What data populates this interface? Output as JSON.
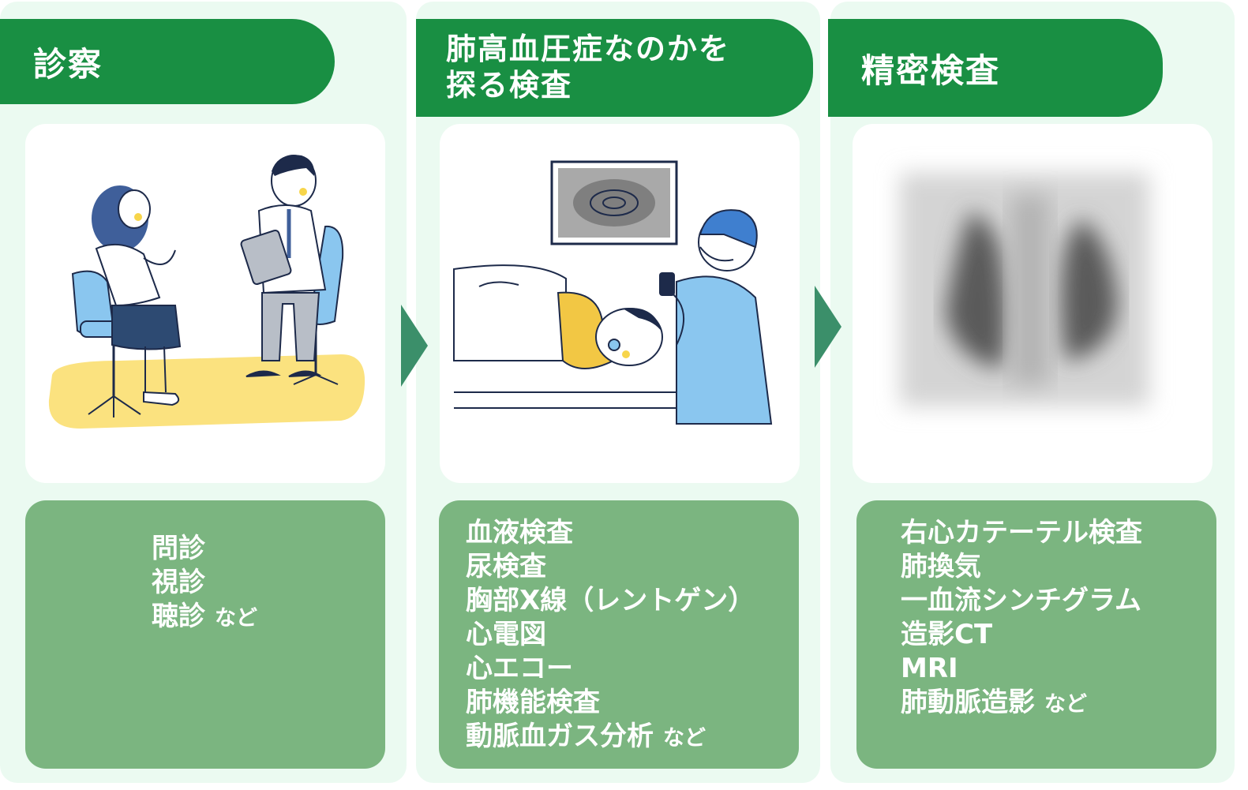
{
  "steps": [
    {
      "title_lines": [
        "診察"
      ],
      "items": [
        "問診",
        "視診",
        "聴診"
      ],
      "suffix": "など",
      "illustration": "doctor-consultation"
    },
    {
      "title_lines": [
        "肺高血圧症なのかを",
        "探る検査"
      ],
      "items": [
        "血液検査",
        "尿検査",
        "胸部X線（レントゲン）",
        "心電図",
        "心エコー",
        "肺機能検査",
        "動脈血ガス分析"
      ],
      "suffix": "など",
      "illustration": "echocardiogram-exam"
    },
    {
      "title_lines": [
        "精密検査"
      ],
      "items": [
        "右心カテーテル検査",
        "肺換気",
        "一血流シンチグラム",
        "造影CT",
        "MRI",
        "肺動脈造影"
      ],
      "suffix": "など",
      "illustration": "lung-scan"
    }
  ],
  "colors": {
    "banner": "#198f43",
    "list_card": "#7bb580",
    "column_bg": "#ebfaf1",
    "arrow": "#3b8f6a",
    "chair": "#8ac6ef",
    "floor": "#fbe27f"
  }
}
